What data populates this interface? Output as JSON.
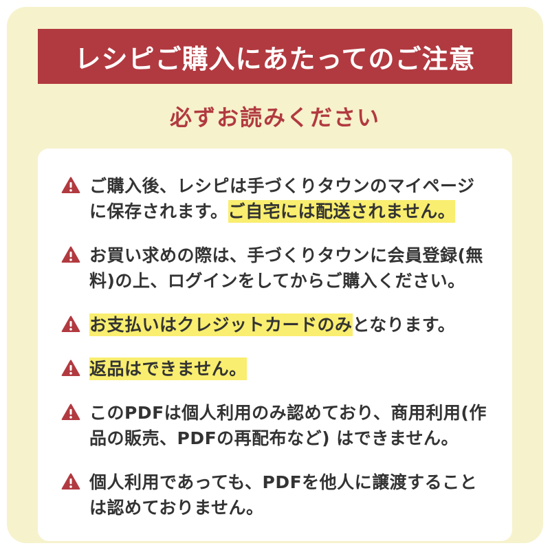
{
  "page": {
    "background": "#ffffff",
    "panel_color": "#f6f2cc",
    "accent_color": "#b13a40",
    "highlight_color": "#f9ee6f",
    "text_color": "#333333",
    "notice_icon": "warning-triangle-icon"
  },
  "header": {
    "title": "レシピご購入にあたってのご注意",
    "subtitle": "必ずお読みください"
  },
  "notices": [
    {
      "segments": [
        {
          "text": "ご購入後、レシピは手づくりタウンのマイページに保存されます。",
          "highlight": false
        },
        {
          "text": "ご自宅には配送されません。",
          "highlight": true
        }
      ]
    },
    {
      "segments": [
        {
          "text": "お買い求めの際は、手づくりタウンに会員登録(無料)の上、ログインをしてからご購入ください。",
          "highlight": false
        }
      ]
    },
    {
      "segments": [
        {
          "text": "お支払いはクレジットカードのみ",
          "highlight": true
        },
        {
          "text": "となります。",
          "highlight": false
        }
      ]
    },
    {
      "segments": [
        {
          "text": "返品はできません。",
          "highlight": true
        }
      ]
    },
    {
      "segments": [
        {
          "text": "このPDFは個人利用のみ認めており、商用利用(作品の販売、PDFの再配布など) はできません。",
          "highlight": false
        }
      ]
    },
    {
      "segments": [
        {
          "text": "個人利用であっても、PDFを他人に譲渡することは認めておりません。",
          "highlight": false
        }
      ]
    }
  ]
}
